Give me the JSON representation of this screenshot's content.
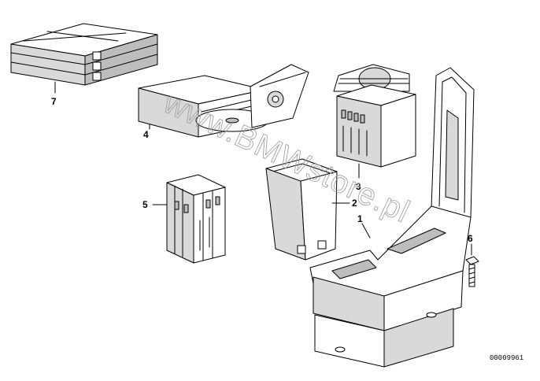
{
  "diagram": {
    "callouts": {
      "p1": "1",
      "p2": "2",
      "p3": "3",
      "p4": "4",
      "p5": "5",
      "p6": "6",
      "p7": "7"
    },
    "watermark": "www.BMWstore.pl",
    "drawing_number": "00009961"
  }
}
